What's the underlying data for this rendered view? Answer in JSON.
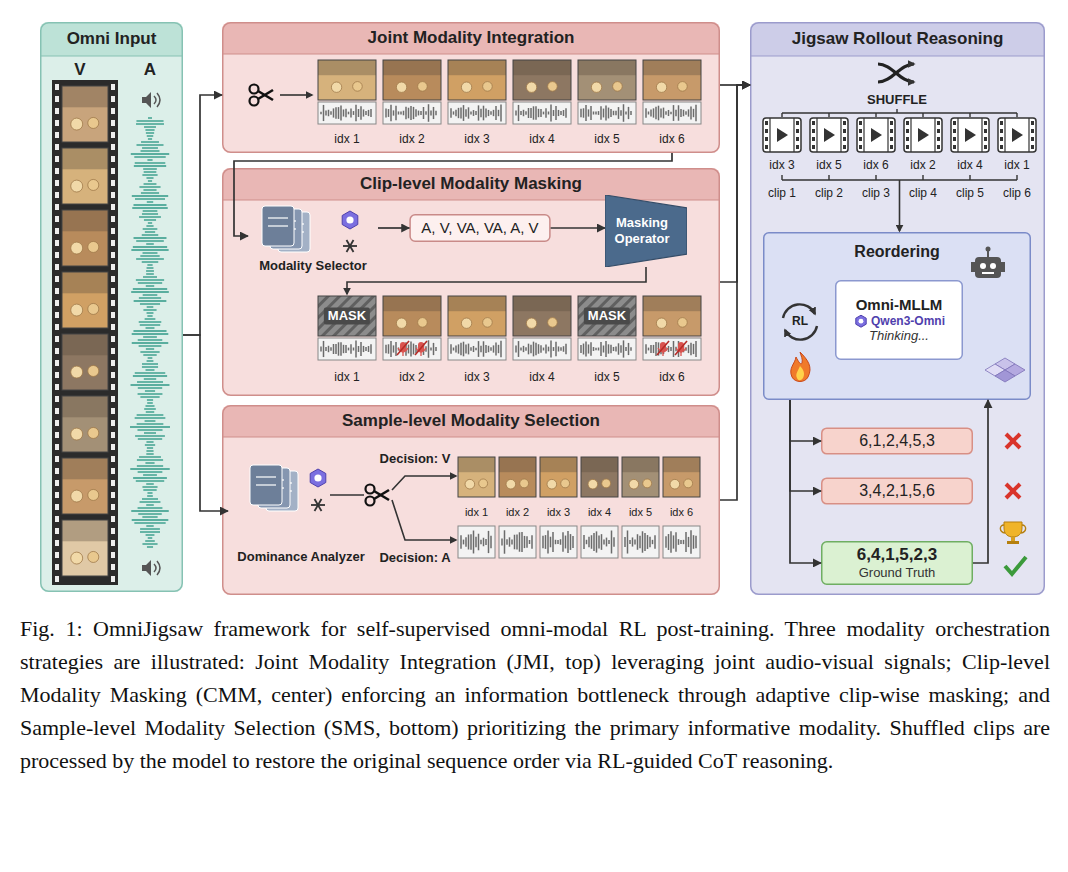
{
  "diagram": {
    "caption": "Fig. 1: OmniJigsaw framework for self-supervised omni-modal RL post-training. Three modality orchestration strategies are illustrated: Joint Modality Integration (JMI, top) leveraging joint audio-visual signals; Clip-level Modality Masking (CMM, center) enforcing an information bottleneck through adaptive clip-wise masking; and Sample-level Modality Selection (SMS, bottom) prioritizing the primary informative modality. Shuffled clips are processed by the model to restore the original sequence order via RL-guided CoT reasoning.",
    "nodes": [
      {
        "text": [
          "Omni Input"
        ]
      },
      {
        "text": [
          "Joint Modality Integration"
        ]
      },
      {
        "text": [
          "Clip-level Modality Masking"
        ]
      },
      {
        "text": [
          "Modality Selector"
        ],
        "in": 2
      },
      {
        "text": [
          "A, V, VA, VA, A, V"
        ],
        "in": 2
      },
      {
        "text": [
          "Masking Operator"
        ],
        "in": 2
      },
      {
        "text": [
          "Sample-level Modality Selection"
        ]
      },
      {
        "text": [
          "Dominance Analyzer"
        ],
        "in": 6
      },
      {
        "text": [
          "Jigsaw Rollout Reasoning"
        ]
      },
      {
        "text": [
          "Reordering"
        ],
        "in": 8
      },
      {
        "text": [
          "Omni-MLLM",
          "Qwen3-Omni",
          "Thinking..."
        ],
        "in": 9
      },
      {
        "text": [
          "6,1,2,4,5,3"
        ],
        "in": 8
      },
      {
        "text": [
          "3,4,2,1,5,6"
        ],
        "in": 8
      },
      {
        "text": [
          "6,4,1,5,2,3",
          "Ground Truth"
        ],
        "in": 8
      }
    ],
    "edges": [
      {
        "from": 0,
        "to": 1,
        "arrow": "to"
      },
      {
        "from": 0,
        "to": 7,
        "arrow": "to"
      },
      {
        "from": 1,
        "to": 3,
        "arrow": "to"
      },
      {
        "from": 3,
        "to": 4,
        "arrow": "to"
      },
      {
        "from": 4,
        "to": 5,
        "arrow": "to"
      },
      {
        "from": 1,
        "to": 8,
        "arrow": "to"
      },
      {
        "from": 2,
        "to": 8,
        "arrow": "to"
      },
      {
        "from": 6,
        "to": 8,
        "arrow": "to"
      },
      {
        "from": 9,
        "to": 11,
        "arrow": "to"
      },
      {
        "from": 9,
        "to": 12,
        "arrow": "to"
      },
      {
        "from": 9,
        "to": 13,
        "arrow": "to"
      },
      {
        "from": 13,
        "to": 9,
        "arrow": "to"
      }
    ],
    "labels": [
      "V",
      "A",
      "idx 1",
      "idx 2",
      "idx 3",
      "idx 4",
      "idx 5",
      "idx 6",
      "MASK",
      "MASK",
      "idx 1",
      "idx 2",
      "idx 3",
      "idx 4",
      "idx 5",
      "idx 6",
      "Decision: V",
      "Decision: A",
      "idx 1",
      "idx 2",
      "idx 3",
      "idx 4",
      "idx 5",
      "idx 6",
      "SHUFFLE",
      "idx 3",
      "idx 5",
      "idx 6",
      "idx 2",
      "idx 4",
      "idx 1",
      "clip 1",
      "clip 2",
      "clip 3",
      "clip 4",
      "clip 5",
      "clip 6",
      "RL"
    ]
  }
}
